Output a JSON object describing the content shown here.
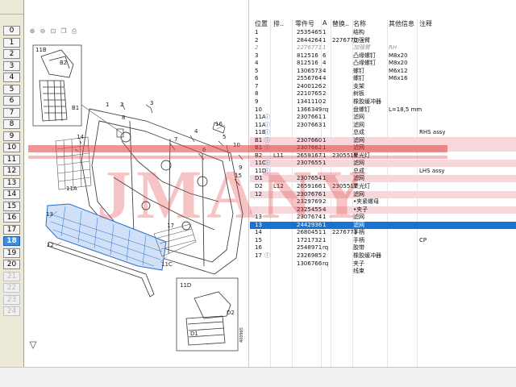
{
  "rows": [
    "0",
    "1",
    "2",
    "3",
    "4",
    "5",
    "6",
    "7",
    "8",
    "9",
    "10",
    "11",
    "12",
    "13",
    "14",
    "15",
    "16",
    "17",
    "18",
    "19",
    "20",
    "21",
    "22",
    "23",
    "24"
  ],
  "selected_row": "18",
  "toolbar_icons": [
    "zoom-in-icon",
    "zoom-out-icon",
    "fit-icon",
    "copy-icon",
    "print-icon"
  ],
  "columns": [
    "位置",
    "排..",
    "零件号",
    "A",
    "替换..",
    "名称",
    "其他信息",
    "注释"
  ],
  "parts": [
    {
      "pos": "1",
      "fl": "",
      "part": "2535465",
      "a": "1",
      "rep": "",
      "name": "结构",
      "info": "",
      "note": "",
      "style": ""
    },
    {
      "pos": "2",
      "fl": "",
      "part": "2844264",
      "a": "1",
      "rep": "2276770",
      "name": "加强臂",
      "info": "",
      "note": "",
      "style": ""
    },
    {
      "pos": "2",
      "fl": "",
      "part": "2276771",
      "a": "1",
      "rep": "",
      "name": "加强臂",
      "info": "RH",
      "note": "",
      "style": "grey"
    },
    {
      "pos": "3",
      "fl": "",
      "part": "812516",
      "a": "6",
      "rep": "",
      "name": "凸缘螺钉",
      "info": "M8x20",
      "note": "",
      "style": ""
    },
    {
      "pos": "4",
      "fl": "",
      "part": "812516",
      "a": "4",
      "rep": "",
      "name": "凸缘螺钉",
      "info": "M8x20",
      "note": "",
      "style": ""
    },
    {
      "pos": "5",
      "fl": "",
      "part": "1306573",
      "a": "4",
      "rep": "",
      "name": "螺钉",
      "info": "M6x12",
      "note": "",
      "style": ""
    },
    {
      "pos": "6",
      "fl": "",
      "part": "2556764",
      "a": "4",
      "rep": "",
      "name": "螺钉",
      "info": "M6x16",
      "note": "",
      "style": ""
    },
    {
      "pos": "7",
      "fl": "",
      "part": "2400126",
      "a": "2",
      "rep": "",
      "name": "支架",
      "info": "",
      "note": "",
      "style": ""
    },
    {
      "pos": "8",
      "fl": "",
      "part": "2210765",
      "a": "2",
      "rep": "",
      "name": "树板",
      "info": "",
      "note": "",
      "style": ""
    },
    {
      "pos": "9",
      "fl": "",
      "part": "1341110",
      "a": "2",
      "rep": "",
      "name": "橡胶缓冲器",
      "info": "",
      "note": "",
      "style": ""
    },
    {
      "pos": "10",
      "fl": "",
      "part": "1366349",
      "a": "rq",
      "rep": "",
      "name": "盘螺钉",
      "info": "L=18,5 mm",
      "note": "",
      "style": ""
    },
    {
      "pos": "11A",
      "fl": "",
      "part": "2307661",
      "a": "1",
      "rep": "",
      "name": "滤网",
      "info": "",
      "note": "",
      "style": "",
      "i": true
    },
    {
      "pos": "11A",
      "fl": "",
      "part": "2307663",
      "a": "1",
      "rep": "",
      "name": "滤网",
      "info": "",
      "note": "",
      "style": "",
      "i": true
    },
    {
      "pos": "11B",
      "fl": "",
      "part": "",
      "a": "",
      "rep": "",
      "name": "总成",
      "info": "",
      "note": "RHS assy",
      "style": "",
      "i": true
    },
    {
      "pos": "B1",
      "fl": "",
      "part": "2307660",
      "a": "1",
      "rep": "",
      "name": "滤网",
      "info": "",
      "note": "",
      "style": "pink",
      "i": true
    },
    {
      "pos": "B1",
      "fl": "",
      "part": "2307662",
      "a": "1",
      "rep": "",
      "name": "滤网",
      "info": "",
      "note": "",
      "style": "pink",
      "i": true
    },
    {
      "pos": "B2",
      "fl": "L11",
      "part": "2659167",
      "a": "1",
      "rep": "2305518",
      "name": "聚光灯",
      "info": "",
      "note": "",
      "style": ""
    },
    {
      "pos": "11C",
      "fl": "",
      "part": "2307655",
      "a": "1",
      "rep": "",
      "name": "滤网",
      "info": "",
      "note": "",
      "style": "pink",
      "i": true
    },
    {
      "pos": "11D",
      "fl": "",
      "part": "",
      "a": "",
      "rep": "",
      "name": "总成",
      "info": "",
      "note": "LHS assy",
      "style": "",
      "i": true
    },
    {
      "pos": "D1",
      "fl": "",
      "part": "2307654",
      "a": "1",
      "rep": "",
      "name": "滤网",
      "info": "",
      "note": "",
      "style": "pink"
    },
    {
      "pos": "D2",
      "fl": "L12",
      "part": "2659166",
      "a": "1",
      "rep": "2305517",
      "name": "聚光灯",
      "info": "",
      "note": "",
      "style": ""
    },
    {
      "pos": "12",
      "fl": "",
      "part": "2307676",
      "a": "1",
      "rep": "",
      "name": "滤网",
      "info": "",
      "note": "",
      "style": "pink"
    },
    {
      "pos": "",
      "fl": "",
      "part": "2329769",
      "a": "2",
      "rep": "",
      "name": "•夹紧螺母",
      "info": "",
      "note": "",
      "style": ""
    },
    {
      "pos": "",
      "fl": "",
      "part": "2325455",
      "a": "4",
      "rep": "",
      "name": "•夹子",
      "info": "",
      "note": "",
      "style": "pink"
    },
    {
      "pos": "13",
      "fl": "",
      "part": "2307674",
      "a": "1",
      "rep": "",
      "name": "滤网",
      "info": "",
      "note": "",
      "style": ""
    },
    {
      "pos": "13",
      "fl": "",
      "part": "2442936",
      "a": "1",
      "rep": "",
      "name": "滤网",
      "info": "",
      "note": "",
      "style": "sel"
    },
    {
      "pos": "14",
      "fl": "",
      "part": "2680451",
      "a": "1",
      "rep": "2276773",
      "name": "手柄",
      "info": "",
      "note": "",
      "style": ""
    },
    {
      "pos": "15",
      "fl": "",
      "part": "1721732",
      "a": "1",
      "rep": "",
      "name": "手柄",
      "info": "",
      "note": "CP",
      "style": ""
    },
    {
      "pos": "16",
      "fl": "",
      "part": "2548971",
      "a": "rq",
      "rep": "",
      "name": "胶带",
      "info": "",
      "note": "",
      "style": ""
    },
    {
      "pos": "17",
      "fl": "",
      "part": "2326985",
      "a": "2",
      "rep": "",
      "name": "橡胶缓冲器",
      "info": "",
      "note": "",
      "style": "",
      "i": true
    },
    {
      "pos": "",
      "fl": "",
      "part": "1306766",
      "a": "rq",
      "rep": "",
      "name": "夹子",
      "info": "",
      "note": "",
      "style": ""
    },
    {
      "pos": "",
      "fl": "",
      "part": "",
      "a": "",
      "rep": "",
      "name": "线束",
      "info": "",
      "note": "",
      "style": ""
    }
  ],
  "diagram_labels": [
    "11B",
    "B2",
    "B1",
    "11A",
    "14",
    "16",
    "13",
    "12",
    "11C",
    "11D",
    "D2",
    "D1",
    "1",
    "2",
    "3",
    "4",
    "5",
    "6",
    "7",
    "8",
    "9",
    "10",
    "15",
    "17"
  ],
  "watermark": "JMANY",
  "diagram_code": "400965",
  "colors": {
    "selected": "#1a73d0",
    "pink": "#f6d7db",
    "watermark": "#e03030"
  }
}
